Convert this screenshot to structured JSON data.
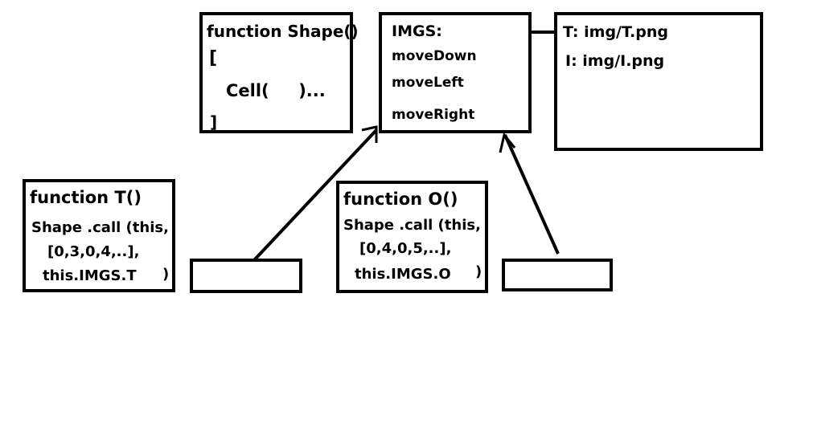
{
  "shape_box": {
    "title": "function Shape()",
    "open_bracket": "[",
    "cell": "Cell(     )...",
    "close_bracket": "]"
  },
  "proto_box": {
    "imgs": "IMGS:",
    "items": [
      "moveDown",
      "moveLeft",
      "moveRight"
    ]
  },
  "imgs_box": {
    "t": "T: img/T.png",
    "i": "I: img/I.png"
  },
  "t_box": {
    "title": "function T()",
    "call": "Shape .call (this,",
    "cells": "[0,3,0,4,..],",
    "imgs": "this.IMGS.T",
    "close": ")"
  },
  "o_box": {
    "title": "function O()",
    "call": "Shape .call (this,",
    "cells": "[0,4,0,5,..],",
    "imgs": "this.IMGS.O",
    "close": ")"
  }
}
